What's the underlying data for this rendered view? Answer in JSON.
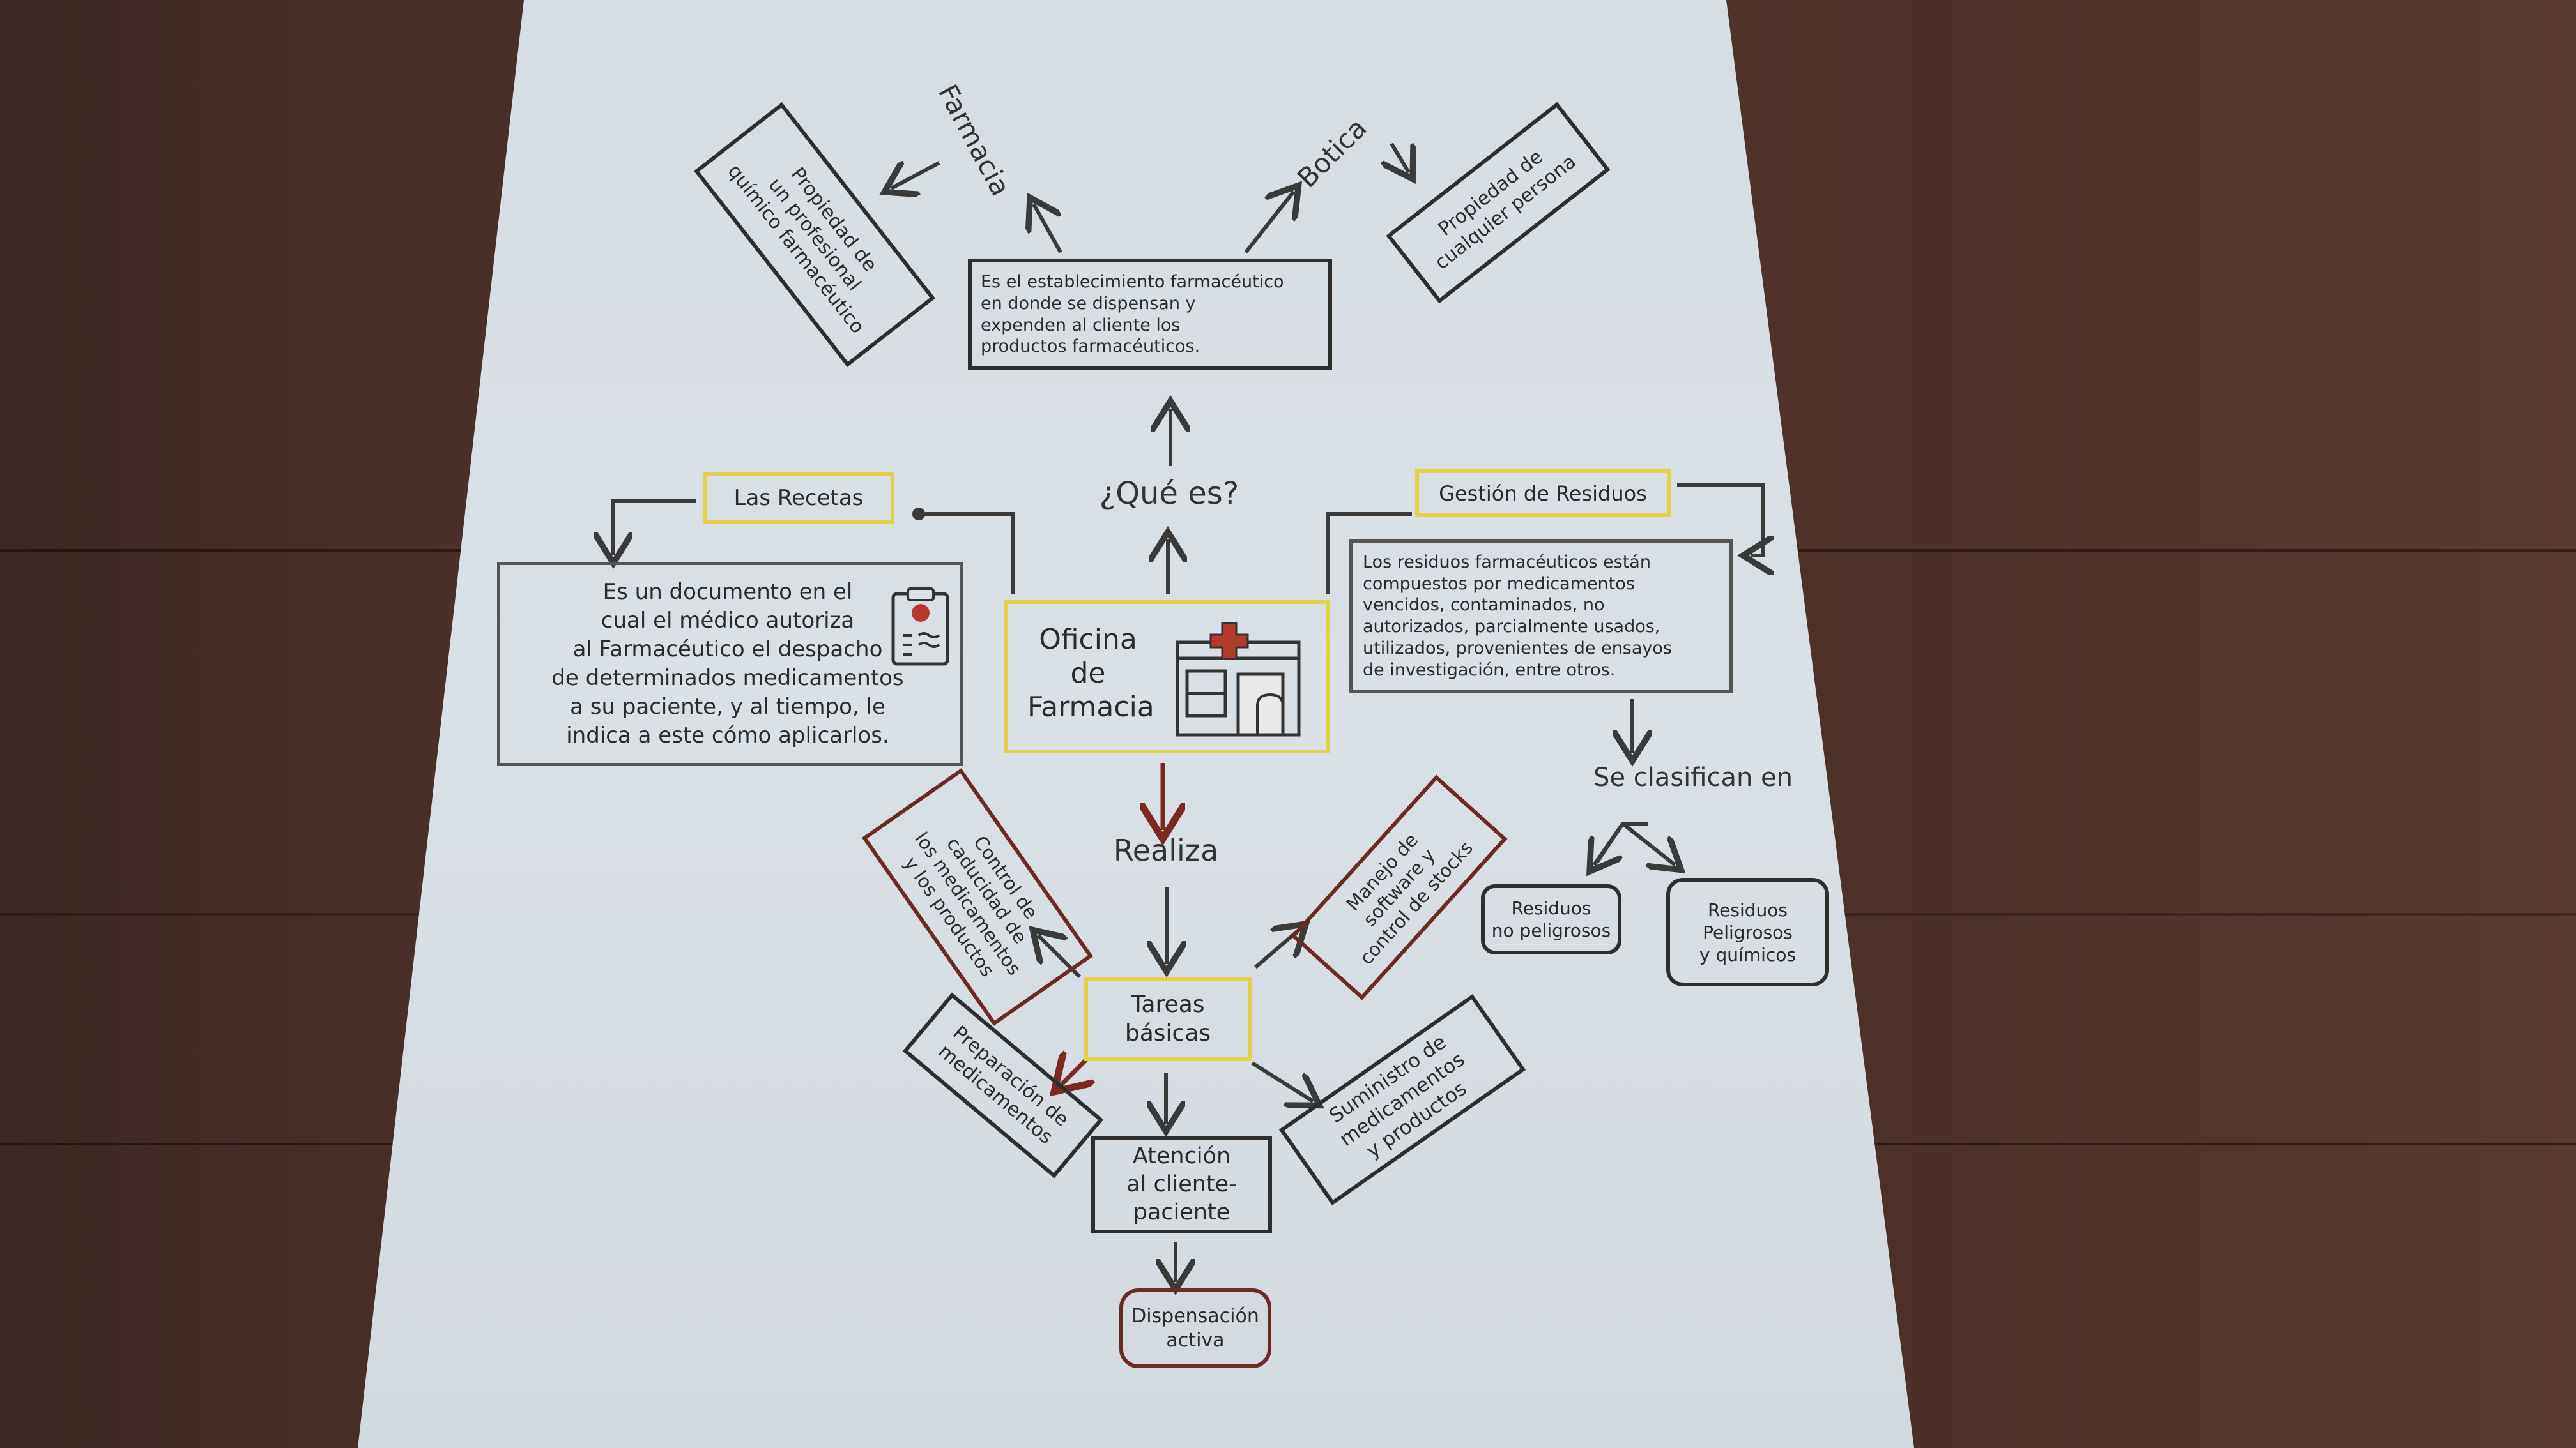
{
  "center": {
    "title": "Oficina\nde\nFarmacia"
  },
  "links": {
    "que_es": "¿Qué es?",
    "realiza": "Realiza",
    "se_clasifican": "Se clasifican en",
    "farmacia": "Farmacia",
    "botica": "Botica"
  },
  "definition": "Es el establecimiento farmacéutico\nen donde se dispensan y\nexpenden al cliente los\nproductos farmacéuticos.",
  "farmacia_prop": "Propiedad de\nun profesional\nquímico farmacéutico",
  "botica_prop": "Propiedad de\ncualquier persona",
  "recetas": {
    "title": "Las Recetas",
    "text": "Es un documento en el\ncual el médico autoriza\nal Farmacéutico el despacho\nde determinados medicamentos\na su paciente, y al tiempo, le\nindica a este cómo aplicarlos."
  },
  "residuos": {
    "title": "Gestión de Residuos",
    "text": "Los residuos farmacéuticos están\ncompuestos por medicamentos\nvencidos, contaminados, no\nautorizados, parcialmente usados,\nutilizados, provenientes de ensayos\nde investigación, entre otros.",
    "no_peligrosos": "Residuos\nno peligrosos",
    "peligrosos": "Residuos\nPeligrosos\ny químicos"
  },
  "tareas": {
    "title": "Tareas\nbásicas",
    "control": "Control de\ncaducidad de\nlos medicamentos\ny los productos",
    "software": "Manejo de\nsoftware y\ncontrol de stocks",
    "preparacion": "Preparación de\nmedicamentos",
    "atencion": "Atención\nal cliente-\npaciente",
    "suministro": "Suministro de\nmedicamentos\ny productos",
    "dispensacion": "Dispensación\nactiva"
  }
}
